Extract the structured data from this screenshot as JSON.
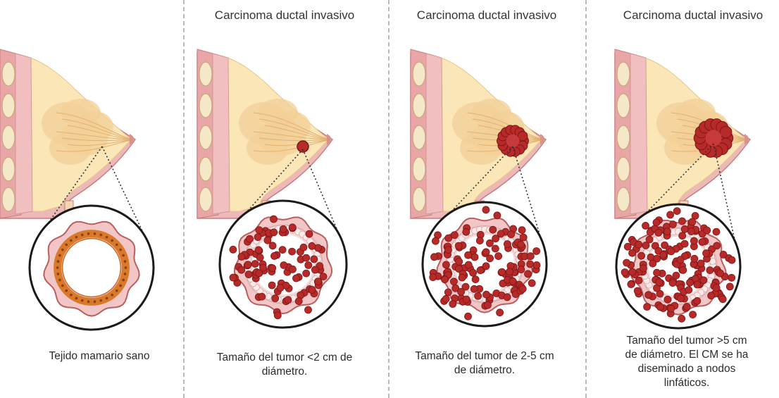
{
  "panels": [
    {
      "title": "",
      "caption": "Tejido mamario sano",
      "stage": "healthy"
    },
    {
      "title": "Carcinoma ductal invasivo",
      "caption": "Tamaño del tumor <2 cm de diámetro.",
      "stage": "small"
    },
    {
      "title": "Carcinoma ductal invasivo",
      "caption": "Tamaño del tumor de 2-5 cm de diámetro.",
      "stage": "medium"
    },
    {
      "title": "Carcinoma ductal invasivo",
      "caption": "Tamaño del tumor >5 cm de diámetro. El CM se ha diseminado a nodos linfáticos.",
      "stage": "large"
    }
  ],
  "colors": {
    "skin": "#ecb8b8",
    "skin_dark": "#c77d7d",
    "muscle": "#e9a6a6",
    "rib": "#f5e8c8",
    "fat": "#fbe6b8",
    "gland": "#f3cf97",
    "tumor": "#b72a2a",
    "tumor_dark": "#7e1515",
    "duct_healthy": "#d97a2a",
    "duct_wall": "#e8a0a0"
  }
}
